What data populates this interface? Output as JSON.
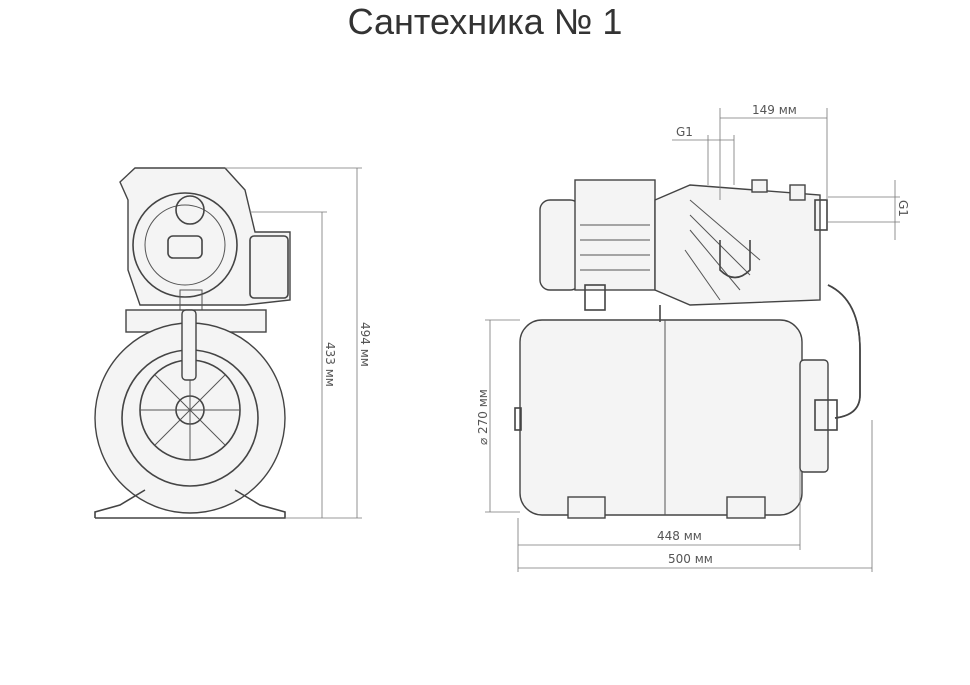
{
  "title": "Сантехника № 1",
  "dimensions": {
    "overall_height": "494 мм",
    "tank_height": "433 мм",
    "tank_diameter": "⌀ 270 мм",
    "tank_length": "448 мм",
    "overall_length": "500 мм",
    "outlet_offset": "149 мм",
    "outlet_thread": "G1",
    "inlet_thread": "G1"
  }
}
